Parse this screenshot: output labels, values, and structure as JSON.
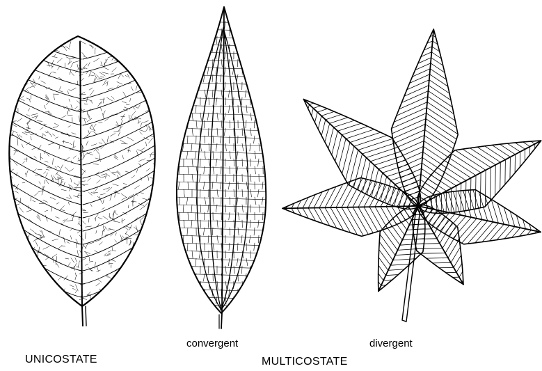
{
  "labels": {
    "unicostate": "UNICOSTATE",
    "convergent": "convergent",
    "divergent": "divergent",
    "multicostate": "MULTICOSTATE"
  },
  "colors": {
    "ink": "#000000",
    "background": "#ffffff"
  },
  "leaves": [
    {
      "kind": "unicostate-pinnate",
      "icon": "leaf-unicostate-icon"
    },
    {
      "kind": "multicostate-convergent",
      "icon": "leaf-convergent-icon"
    },
    {
      "kind": "multicostate-divergent-palmate",
      "icon": "leaf-divergent-icon"
    }
  ]
}
